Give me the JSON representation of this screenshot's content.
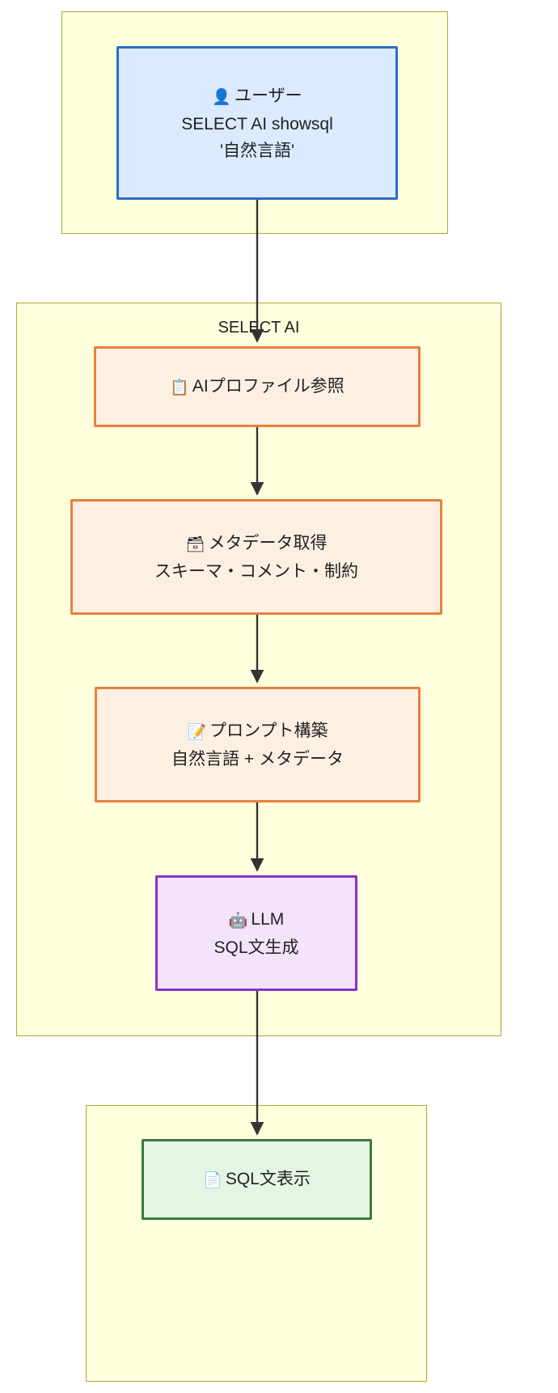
{
  "diagram": {
    "type": "flowchart",
    "direction": "top-to-bottom",
    "subgraphs": [
      {
        "id": "sg-user",
        "title": ""
      },
      {
        "id": "sg-select",
        "title": "SELECT AI"
      },
      {
        "id": "sg-out",
        "title": ""
      }
    ],
    "nodes": [
      {
        "id": "n-user",
        "style": "blue",
        "icon": "bust-in-silhouette-emoji",
        "icon_glyph": "👤",
        "lines": [
          "ユーザー",
          "SELECT AI showsql",
          "'自然言語'"
        ]
      },
      {
        "id": "n-prof",
        "style": "orange",
        "icon": "clipboard-emoji",
        "icon_glyph": "📋",
        "lines": [
          "AIプロファイル参照"
        ]
      },
      {
        "id": "n-meta",
        "style": "orange",
        "icon": "card-file-box-emoji",
        "icon_glyph": "🗃",
        "lines": [
          "メタデータ取得",
          "スキーマ・コメント・制約"
        ]
      },
      {
        "id": "n-prompt",
        "style": "orange",
        "icon": "memo-emoji",
        "icon_glyph": "📝",
        "lines": [
          "プロンプト構築",
          "自然言語 + メタデータ"
        ]
      },
      {
        "id": "n-llm",
        "style": "purple",
        "icon": "robot-emoji",
        "icon_glyph": "🤖",
        "lines": [
          "LLM",
          "SQL文生成"
        ]
      },
      {
        "id": "n-sql",
        "style": "green",
        "icon": "page-facing-up-emoji",
        "icon_glyph": "📄",
        "lines": [
          "SQL文表示"
        ]
      }
    ],
    "edges": [
      {
        "from": "n-user",
        "to": "n-prof"
      },
      {
        "from": "n-prof",
        "to": "n-meta"
      },
      {
        "from": "n-meta",
        "to": "n-prompt"
      },
      {
        "from": "n-prompt",
        "to": "n-llm"
      },
      {
        "from": "n-llm",
        "to": "n-sql"
      }
    ],
    "colors": {
      "subgraph_fill": "#ffffde",
      "subgraph_border": "#aaaa33",
      "blue_fill": "#dbeafe",
      "blue_border": "#2a6fc4",
      "orange_fill": "#fdf0e3",
      "orange_border": "#e8803a",
      "purple_fill": "#f3e3fb",
      "purple_border": "#8e30c7",
      "green_fill": "#e5f5e3",
      "green_border": "#3a7a3f",
      "edge": "#333333",
      "text": "#1f2020"
    }
  }
}
